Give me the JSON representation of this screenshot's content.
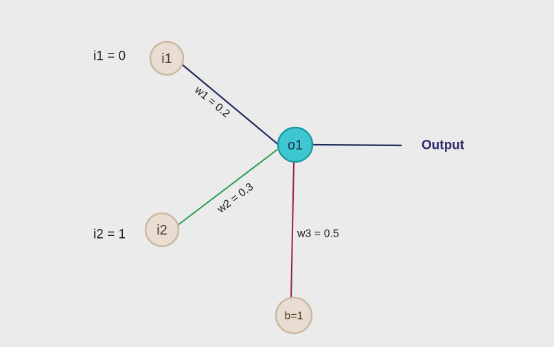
{
  "nodes": {
    "i1": "i1",
    "i2": "i2",
    "o1": "o1",
    "bias": "b=1"
  },
  "inputs": {
    "i1_value": "i1 = 0",
    "i2_value": "i2 = 1"
  },
  "weights": {
    "w1": "w1 = 0.2",
    "w2": "w2 = 0.3",
    "w3": "w3 = 0.5"
  },
  "output_label": "Output",
  "colors": {
    "background": "#ebebeb",
    "edge_w1": "#1f2a5c",
    "edge_w2": "#2a9a4a",
    "edge_w3": "#9a1f4a",
    "edge_output": "#1f2a5c",
    "output_node_fill": "#3fc7d1",
    "input_node_fill": "#e8ddd0",
    "output_label": "#2e2a6e"
  }
}
